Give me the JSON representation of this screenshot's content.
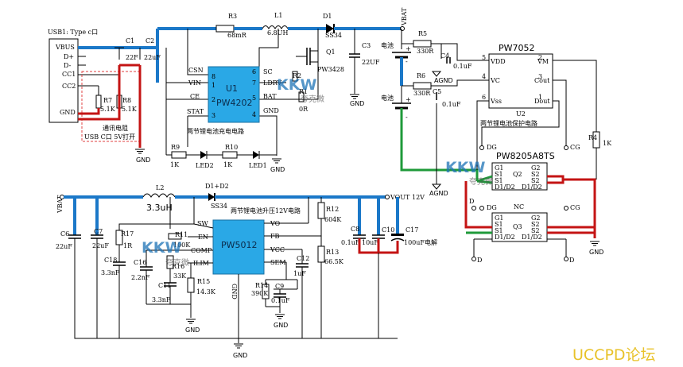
{
  "colors": {
    "wire": "#000000",
    "rail": "#1b78c8",
    "rail_alt": "#3a98d8",
    "gnd_red": "#c41414",
    "green": "#1f9a3a",
    "chip_fill": "#2aa8e6",
    "dash": "#e04040",
    "forum": "#e8c229"
  },
  "usb": {
    "title": "USB1: Type c口",
    "pins": [
      "VBUS",
      "D+",
      "D-",
      "CC1",
      "CC2",
      "GND"
    ],
    "note_line1": "通讯电阻",
    "note_line2": "USB C口 5V打开",
    "parts": [
      {
        "ref": "R7",
        "value": "5.1K"
      },
      {
        "ref": "R8",
        "value": "5.1K"
      },
      {
        "ref": "C1",
        "value": "22F"
      },
      {
        "ref": "C2",
        "value": "22uF"
      }
    ]
  },
  "charger": {
    "chip": "U1",
    "chip_model": "PW4202",
    "caption": "两节锂电池充电电路",
    "pins_left": [
      {
        "num": "8",
        "name": "CSN"
      },
      {
        "num": "1",
        "name": "VIN"
      },
      {
        "num": "2",
        "name": "CE"
      },
      {
        "num": "3",
        "name": "STAT"
      }
    ],
    "pins_right": [
      {
        "num": "6",
        "name": "SC"
      },
      {
        "num": "7",
        "name": "LDRV"
      },
      {
        "num": "5",
        "name": "BAT"
      },
      {
        "num": "4",
        "name": "GND"
      }
    ],
    "parts": [
      {
        "ref": "R3",
        "value": "68mR"
      },
      {
        "ref": "L1",
        "value": "6.8UH"
      },
      {
        "ref": "D1",
        "value": "SS34"
      },
      {
        "ref": "C3",
        "value": "22UF"
      },
      {
        "ref": "Q1",
        "value": "PW3428"
      },
      {
        "ref": "R2",
        "value": ""
      },
      {
        "ref": "R1",
        "value": "0R"
      },
      {
        "ref": "R9",
        "value": "1K"
      },
      {
        "ref": "R10",
        "value": "1K"
      },
      {
        "ref": "LED2",
        "value": ""
      },
      {
        "ref": "LED1",
        "value": ""
      }
    ]
  },
  "battery": {
    "vbat_label": "VBAT",
    "cell_label": "电池",
    "plus": "+",
    "minus": "-"
  },
  "protect": {
    "chip": "U2",
    "chip_model": "PW7052",
    "caption": "两节锂电池保护电路",
    "pins_left": [
      {
        "num": "5",
        "name": "VDD"
      },
      {
        "num": "4",
        "name": "VC"
      },
      {
        "num": "6",
        "name": "Vss"
      }
    ],
    "pins_right": [
      {
        "num": "2",
        "name": "VM"
      },
      {
        "num": "3",
        "name": "Cout"
      },
      {
        "num": "1",
        "name": "Dout"
      }
    ],
    "parts": [
      {
        "ref": "R5",
        "value": "330R"
      },
      {
        "ref": "R6",
        "value": "330R"
      },
      {
        "ref": "C4",
        "value": "0.1uF"
      },
      {
        "ref": "C5",
        "value": "0.1uF"
      },
      {
        "ref": "R4",
        "value": "1K"
      }
    ],
    "agnd": "AGND",
    "dg": "DG",
    "cg": "CG"
  },
  "mosfets": {
    "model": "PW8205A8TS",
    "q2": "Q2",
    "q3": "Q3",
    "nc": "NC",
    "pins_left": [
      "G1",
      "S1",
      "S1",
      "D1/D2"
    ],
    "pins_right": [
      "G2",
      "S2",
      "S2",
      "D1/D2"
    ],
    "d": "D",
    "gnd": "GND"
  },
  "boost": {
    "chip_model": "PW5012",
    "caption": "两节锂电池升压12V电路",
    "vbat": "VBAT",
    "vout": "VOUT",
    "vout_value": "12V",
    "pins_left": [
      "SW",
      "EN",
      "COMP",
      "ILIM"
    ],
    "pins_right": [
      "VO",
      "FB",
      "VCC",
      "SEM"
    ],
    "gnd_pin": "GND",
    "parts": [
      {
        "ref": "L2",
        "value": "3.3uH"
      },
      {
        "ref": "D1+D2",
        "value": "SS34"
      },
      {
        "ref": "C6",
        "value": "22uF"
      },
      {
        "ref": "C7",
        "value": "22uF"
      },
      {
        "ref": "R17",
        "value": "1R"
      },
      {
        "ref": "C18",
        "value": "3.3nF"
      },
      {
        "ref": "R11",
        "value": "100K"
      },
      {
        "ref": "C16",
        "value": "2.2nF"
      },
      {
        "ref": "R16",
        "value": "33K"
      },
      {
        "ref": "C11",
        "value": "3.3nF"
      },
      {
        "ref": "R15",
        "value": "14.3K"
      },
      {
        "ref": "R12",
        "value": "604K"
      },
      {
        "ref": "R13",
        "value": "66.5K"
      },
      {
        "ref": "C12",
        "value": "1uF"
      },
      {
        "ref": "R14",
        "value": "390K"
      },
      {
        "ref": "C9",
        "value": "0.1uF"
      },
      {
        "ref": "C8",
        "value": "0.1uF"
      },
      {
        "ref": "C10",
        "value": "10uF"
      },
      {
        "ref": "C17",
        "value": "100uF电解"
      }
    ]
  },
  "watermark": {
    "logo": "KKW",
    "sub": "夸克微"
  },
  "forum": "UCCPD论坛",
  "gnd": "GND"
}
